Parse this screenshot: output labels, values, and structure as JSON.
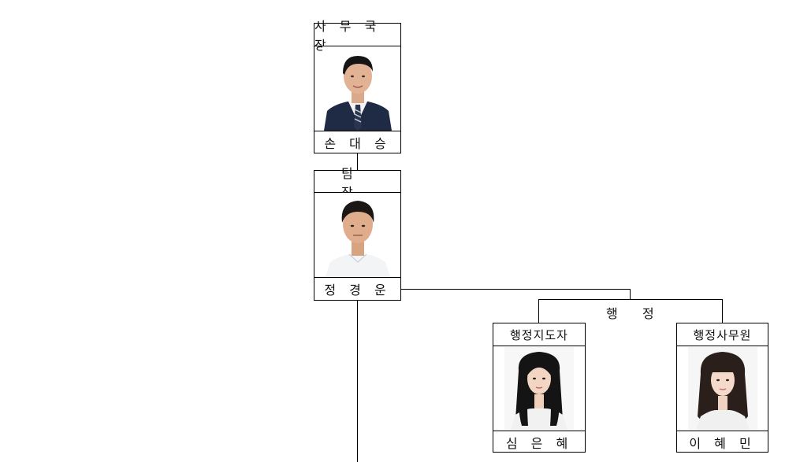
{
  "positions": {
    "director": {
      "title": "사 무 국 장",
      "name": "손 대 승"
    },
    "team_lead": {
      "title": "팀 장",
      "name": "정 경 운"
    },
    "admin_instructor": {
      "title": "행정지도자",
      "name": "심 은 혜"
    },
    "admin_clerk": {
      "title": "행정사무원",
      "name": "이 혜 민"
    }
  },
  "groups": {
    "admin": {
      "chars": [
        "행",
        "정"
      ]
    }
  },
  "icons": {
    "director_photo": "man-in-suit-portrait",
    "team_lead_photo": "man-portrait",
    "admin_instructor_photo": "woman-long-hair-portrait",
    "admin_clerk_photo": "woman-bangs-portrait"
  },
  "colors": {
    "line": "#000000",
    "background": "#ffffff"
  }
}
